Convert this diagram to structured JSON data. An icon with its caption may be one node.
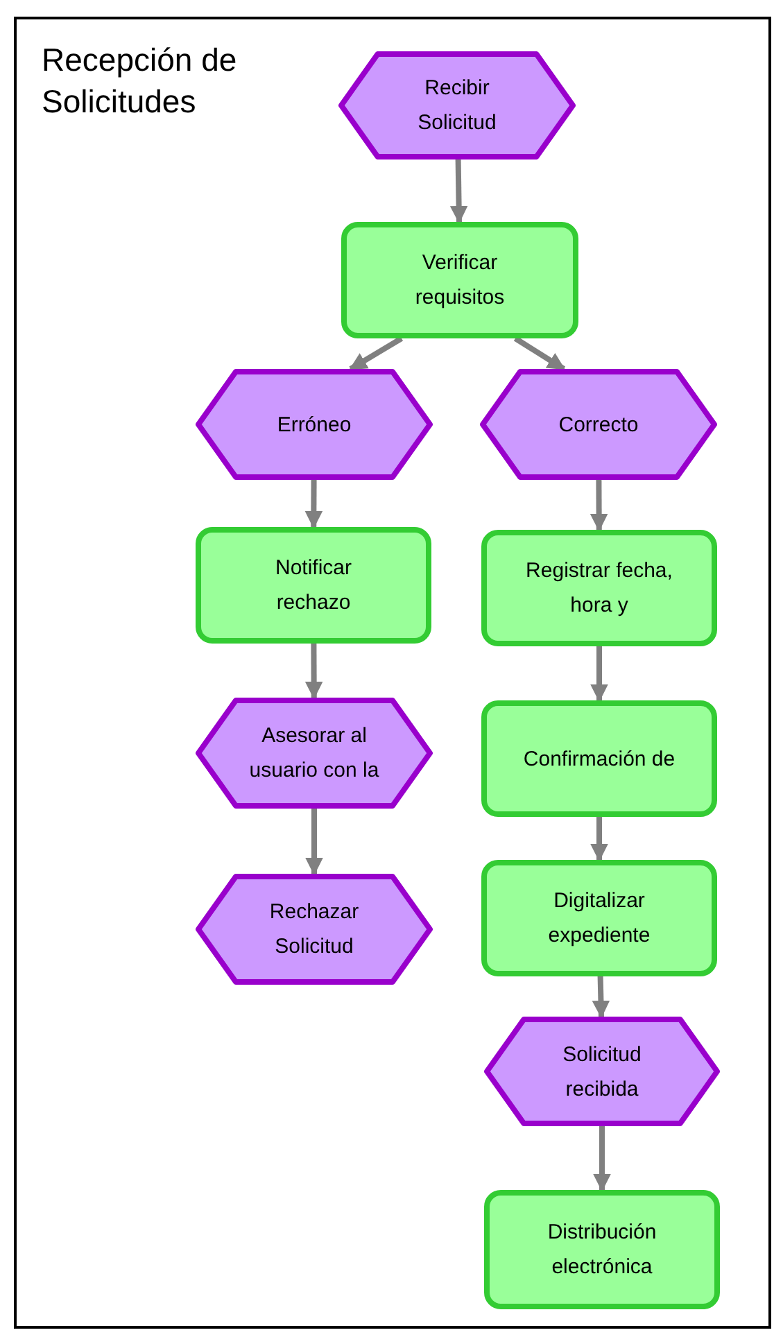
{
  "diagram": {
    "title": "Recepción de Solicitudes",
    "nodes": [
      {
        "text": [
          "Recibir Solicitud"
        ]
      },
      {
        "text": [
          "Verificar requisitos"
        ]
      },
      {
        "text": [
          "Erróneo"
        ]
      },
      {
        "text": [
          "Correcto"
        ]
      },
      {
        "text": [
          "Notificar rechazo"
        ]
      },
      {
        "text": [
          "Registrar fecha, hora y"
        ]
      },
      {
        "text": [
          "Asesorar al usuario con la"
        ]
      },
      {
        "text": [
          "Confirmación de"
        ]
      },
      {
        "text": [
          "Rechazar Solicitud"
        ]
      },
      {
        "text": [
          "Digitalizar expediente"
        ]
      },
      {
        "text": [
          "Solicitud recibida"
        ]
      },
      {
        "text": [
          "Distribución electrónica"
        ]
      }
    ],
    "edges": [
      {
        "from": 0,
        "to": 1,
        "arrow": "to"
      },
      {
        "from": 1,
        "to": 2,
        "arrow": "to"
      },
      {
        "from": 1,
        "to": 3,
        "arrow": "to"
      },
      {
        "from": 2,
        "to": 4,
        "arrow": "to"
      },
      {
        "from": 3,
        "to": 5,
        "arrow": "to"
      },
      {
        "from": 4,
        "to": 6,
        "arrow": "to"
      },
      {
        "from": 5,
        "to": 7,
        "arrow": "to"
      },
      {
        "from": 6,
        "to": 8,
        "arrow": "to"
      },
      {
        "from": 7,
        "to": 9,
        "arrow": "to"
      },
      {
        "from": 9,
        "to": 10,
        "arrow": "to"
      },
      {
        "from": 10,
        "to": 11,
        "arrow": "to"
      }
    ]
  }
}
